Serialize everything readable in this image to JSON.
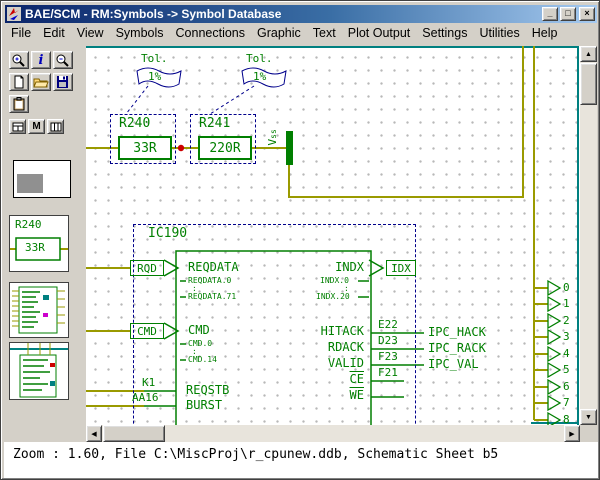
{
  "window": {
    "title": "BAE/SCM - RM:Symbols -> Symbol Database",
    "minimize_label": "_",
    "maximize_label": "□",
    "close_label": "×"
  },
  "menu": [
    "File",
    "Edit",
    "View",
    "Symbols",
    "Connections",
    "Graphic",
    "Text",
    "Plot Output",
    "Settings",
    "Utilities",
    "Help"
  ],
  "toolbar": {
    "icons": [
      "zoom-in",
      "info",
      "zoom-out",
      "new-document",
      "open-folder",
      "save",
      "clipboard",
      "tile-windows",
      "cascade-windows",
      "split-windows"
    ],
    "cascade_label": "M"
  },
  "sidebar": {
    "thumb1": {
      "ref": "R240",
      "value": "33R"
    }
  },
  "schematic": {
    "flags": [
      {
        "name": "Tol.",
        "value": "1%"
      },
      {
        "name": "Tol.",
        "value": "1%"
      }
    ],
    "parts": [
      {
        "ref": "R240",
        "value": "33R"
      },
      {
        "ref": "R241",
        "value": "220R"
      }
    ],
    "power": {
      "label": "V",
      "sub": "ss"
    },
    "ic": {
      "ref": "IC190",
      "bus_left": [
        {
          "pin": "RQD",
          "signal": "REQDATA",
          "r0": "REQDATA.0",
          "dots": ":",
          "r1": "REQDATA.71"
        },
        {
          "pin": "CMD",
          "signal": "CMD",
          "r0": "CMD.0",
          "dots": ":",
          "r1": "CMD.14"
        }
      ],
      "pins_left": [
        {
          "pin": "K1",
          "signal": "REQSTB"
        },
        {
          "pin": "AA16",
          "signal": "BURST"
        }
      ],
      "bus_right": {
        "pin": "IDX",
        "signal": "INDX",
        "r0": "INDX.0",
        "dots": ":",
        "r1": "INDX.20"
      },
      "pins_right": [
        {
          "signal": "HITACK",
          "pin": "E22",
          "net": "IPC_HACK"
        },
        {
          "signal": "RDACK",
          "pin": "D23",
          "net": "IPC_RACK"
        },
        {
          "signal": "VALID",
          "pin": "F23",
          "net": "IPC_VAL"
        },
        {
          "signal": "CE",
          "pin": "F21",
          "net": ""
        },
        {
          "signal": "WE",
          "pin": "",
          "net": ""
        }
      ]
    },
    "connector": {
      "pins": [
        "0",
        "1",
        "2",
        "3",
        "4",
        "5",
        "6",
        "7",
        "8"
      ]
    }
  },
  "scrollbars": {
    "up": "▲",
    "down": "▼",
    "left": "◀",
    "right": "▶"
  },
  "statusbar": {
    "text": "Zoom : 1.60, File C:\\MiscProj\\r_cpunew.ddb, Schematic Sheet b5"
  },
  "colors": {
    "wire": "#9a9a00",
    "symbol": "#007f00",
    "selection": "#00008b",
    "sheet_border": "#008080",
    "junction": "#cc0000",
    "title_start": "#0a246a",
    "title_end": "#a6caf0",
    "chrome": "#d4d0c8"
  }
}
